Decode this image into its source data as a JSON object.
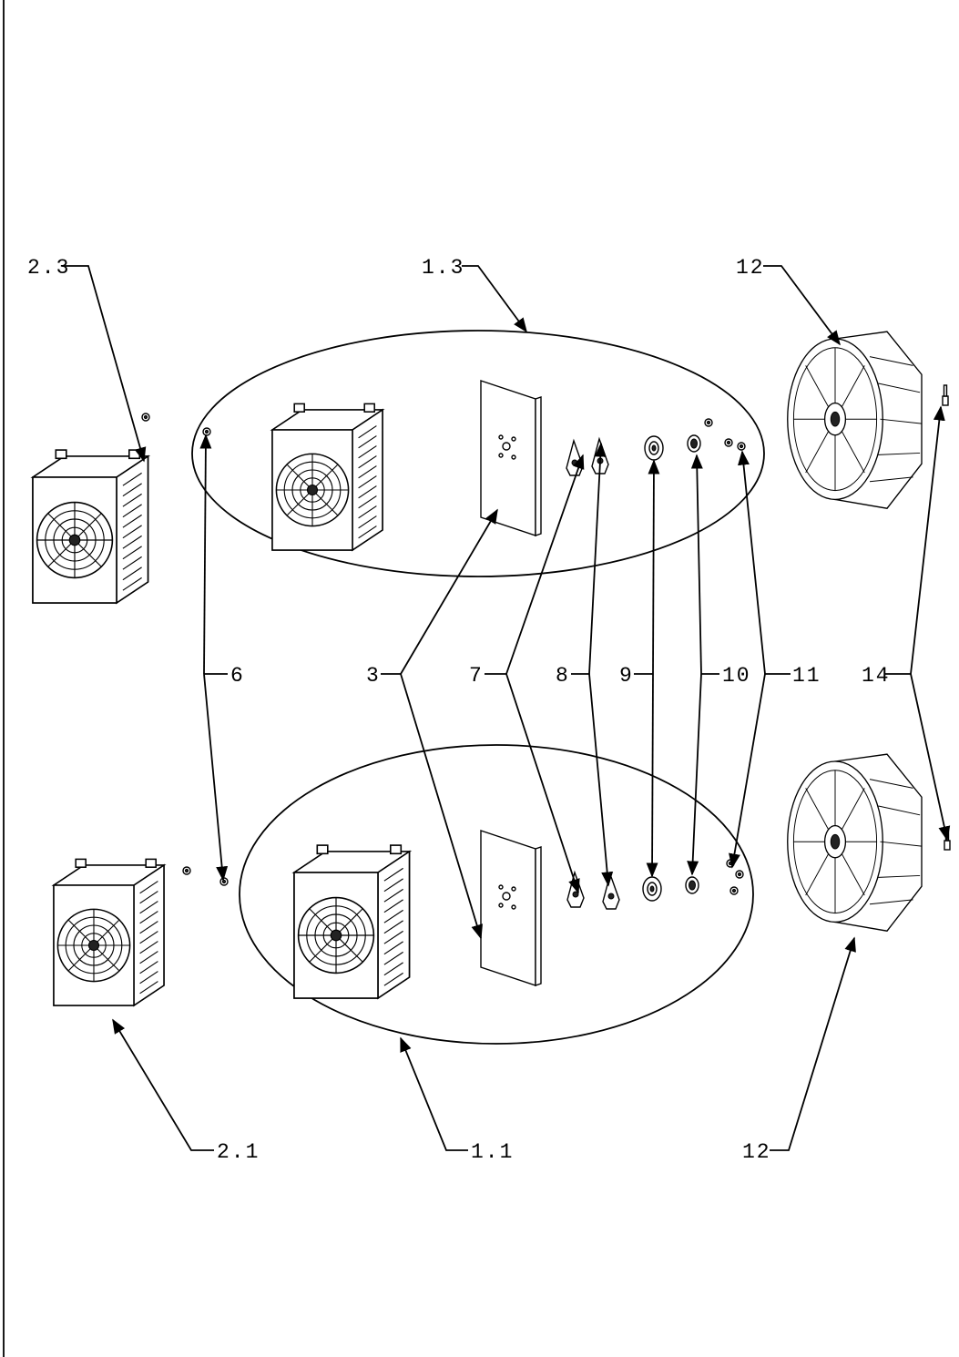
{
  "callouts": {
    "c2_3": "2.3",
    "c1_3": "1.3",
    "c12_top": "12",
    "c6": "6",
    "c3": "3",
    "c7": "7",
    "c8": "8",
    "c9": "9",
    "c10": "10",
    "c11": "11",
    "c14": "14",
    "c2_1": "2.1",
    "c1_1": "1.1",
    "c12_bottom": "12"
  }
}
